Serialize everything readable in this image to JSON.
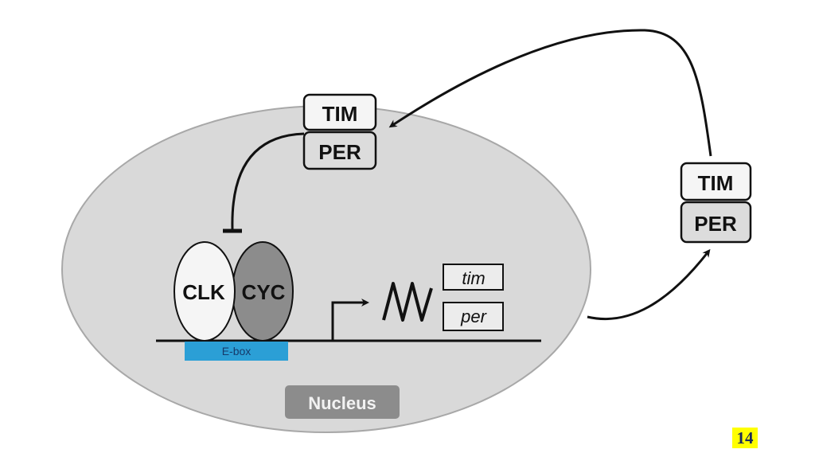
{
  "diagram": {
    "nucleus_label": "Nucleus",
    "complex_inside": {
      "top": "TIM",
      "bottom": "PER"
    },
    "complex_outside": {
      "top": "TIM",
      "bottom": "PER"
    },
    "activators": {
      "left": "CLK",
      "right": "CYC"
    },
    "promoter_label": "E-box",
    "genes": {
      "top": "tim",
      "bottom": "per"
    }
  },
  "colors": {
    "nucleus_fill": "#d9d9d9",
    "ebox_fill": "#2b9fd6",
    "cyc_fill": "#8c8c8c",
    "clk_fill": "#f5f5f5",
    "nucleus_label_bg": "#8c8c8c",
    "slide_number_bg": "#ffff00"
  },
  "slide_number": "14"
}
